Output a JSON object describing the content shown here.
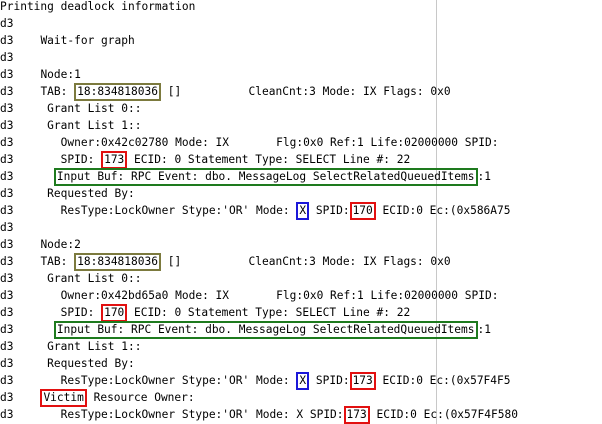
{
  "header": "Printing deadlock information",
  "prefix": "d3",
  "wait_for_graph": "Wait-for graph",
  "nodes": [
    {
      "title": "Node:1",
      "tab_label": "TAB:",
      "tab_id": "18:834818036",
      "tab_rest": " []          CleanCnt:3 Mode: IX Flags: 0x0",
      "grant_list_0": "Grant List 0::",
      "grant_list_1": "Grant List 1::",
      "owner_line": "Owner:0x42c02780 Mode: IX       Flg:0x0 Ref:1 Life:02000000 SPID:",
      "spid_label": "SPID:",
      "spid": "173",
      "spid_rest": " ECID: 0 Statement Type: SELECT Line #: 22",
      "input_buf": "Input Buf: RPC Event: dbo. MessageLog SelectRelatedQueuedItems",
      "input_buf_suffix": ":1",
      "requested_by": "Requested By:",
      "restype_pre": "ResType:LockOwner Stype:'OR' Mode: ",
      "mode": "X",
      "restype_mid": " SPID:",
      "req_spid": "170",
      "restype_post": " ECID:0 Ec:(0x586A75"
    },
    {
      "title": "Node:2",
      "tab_label": "TAB:",
      "tab_id": "18:834818036",
      "tab_rest": " []          CleanCnt:3 Mode: IX Flags: 0x0",
      "grant_list_0": "Grant List 0::",
      "owner_line": "Owner:0x42bd65a0 Mode: IX       Flg:0x0 Ref:1 Life:02000000 SPID:",
      "spid_label": "SPID:",
      "spid": "170",
      "spid_rest": " ECID: 0 Statement Type: SELECT Line #: 22",
      "input_buf": "Input Buf: RPC Event: dbo. MessageLog SelectRelatedQueuedItems",
      "input_buf_suffix": ":1",
      "grant_list_1": "Grant List 1::",
      "requested_by": "Requested By:",
      "restype_pre": "ResType:LockOwner Stype:'OR' Mode: ",
      "mode": "X",
      "restype_mid": " SPID:",
      "req_spid": "173",
      "restype_post": " ECID:0 Ec:(0x57F4F5"
    }
  ],
  "victim": {
    "label": "Victim",
    "rest": " Resource Owner:",
    "restype_pre": "ResType:LockOwner Stype:'OR' Mode: X SPID:",
    "spid": "173",
    "restype_post": " ECID:0 Ec:(0x57F4F580"
  },
  "colors": {
    "olive_box": "#7c7a3e",
    "red_box": "#e21010",
    "green_box": "#1e7a1e",
    "blue_box": "#1c18d8"
  }
}
